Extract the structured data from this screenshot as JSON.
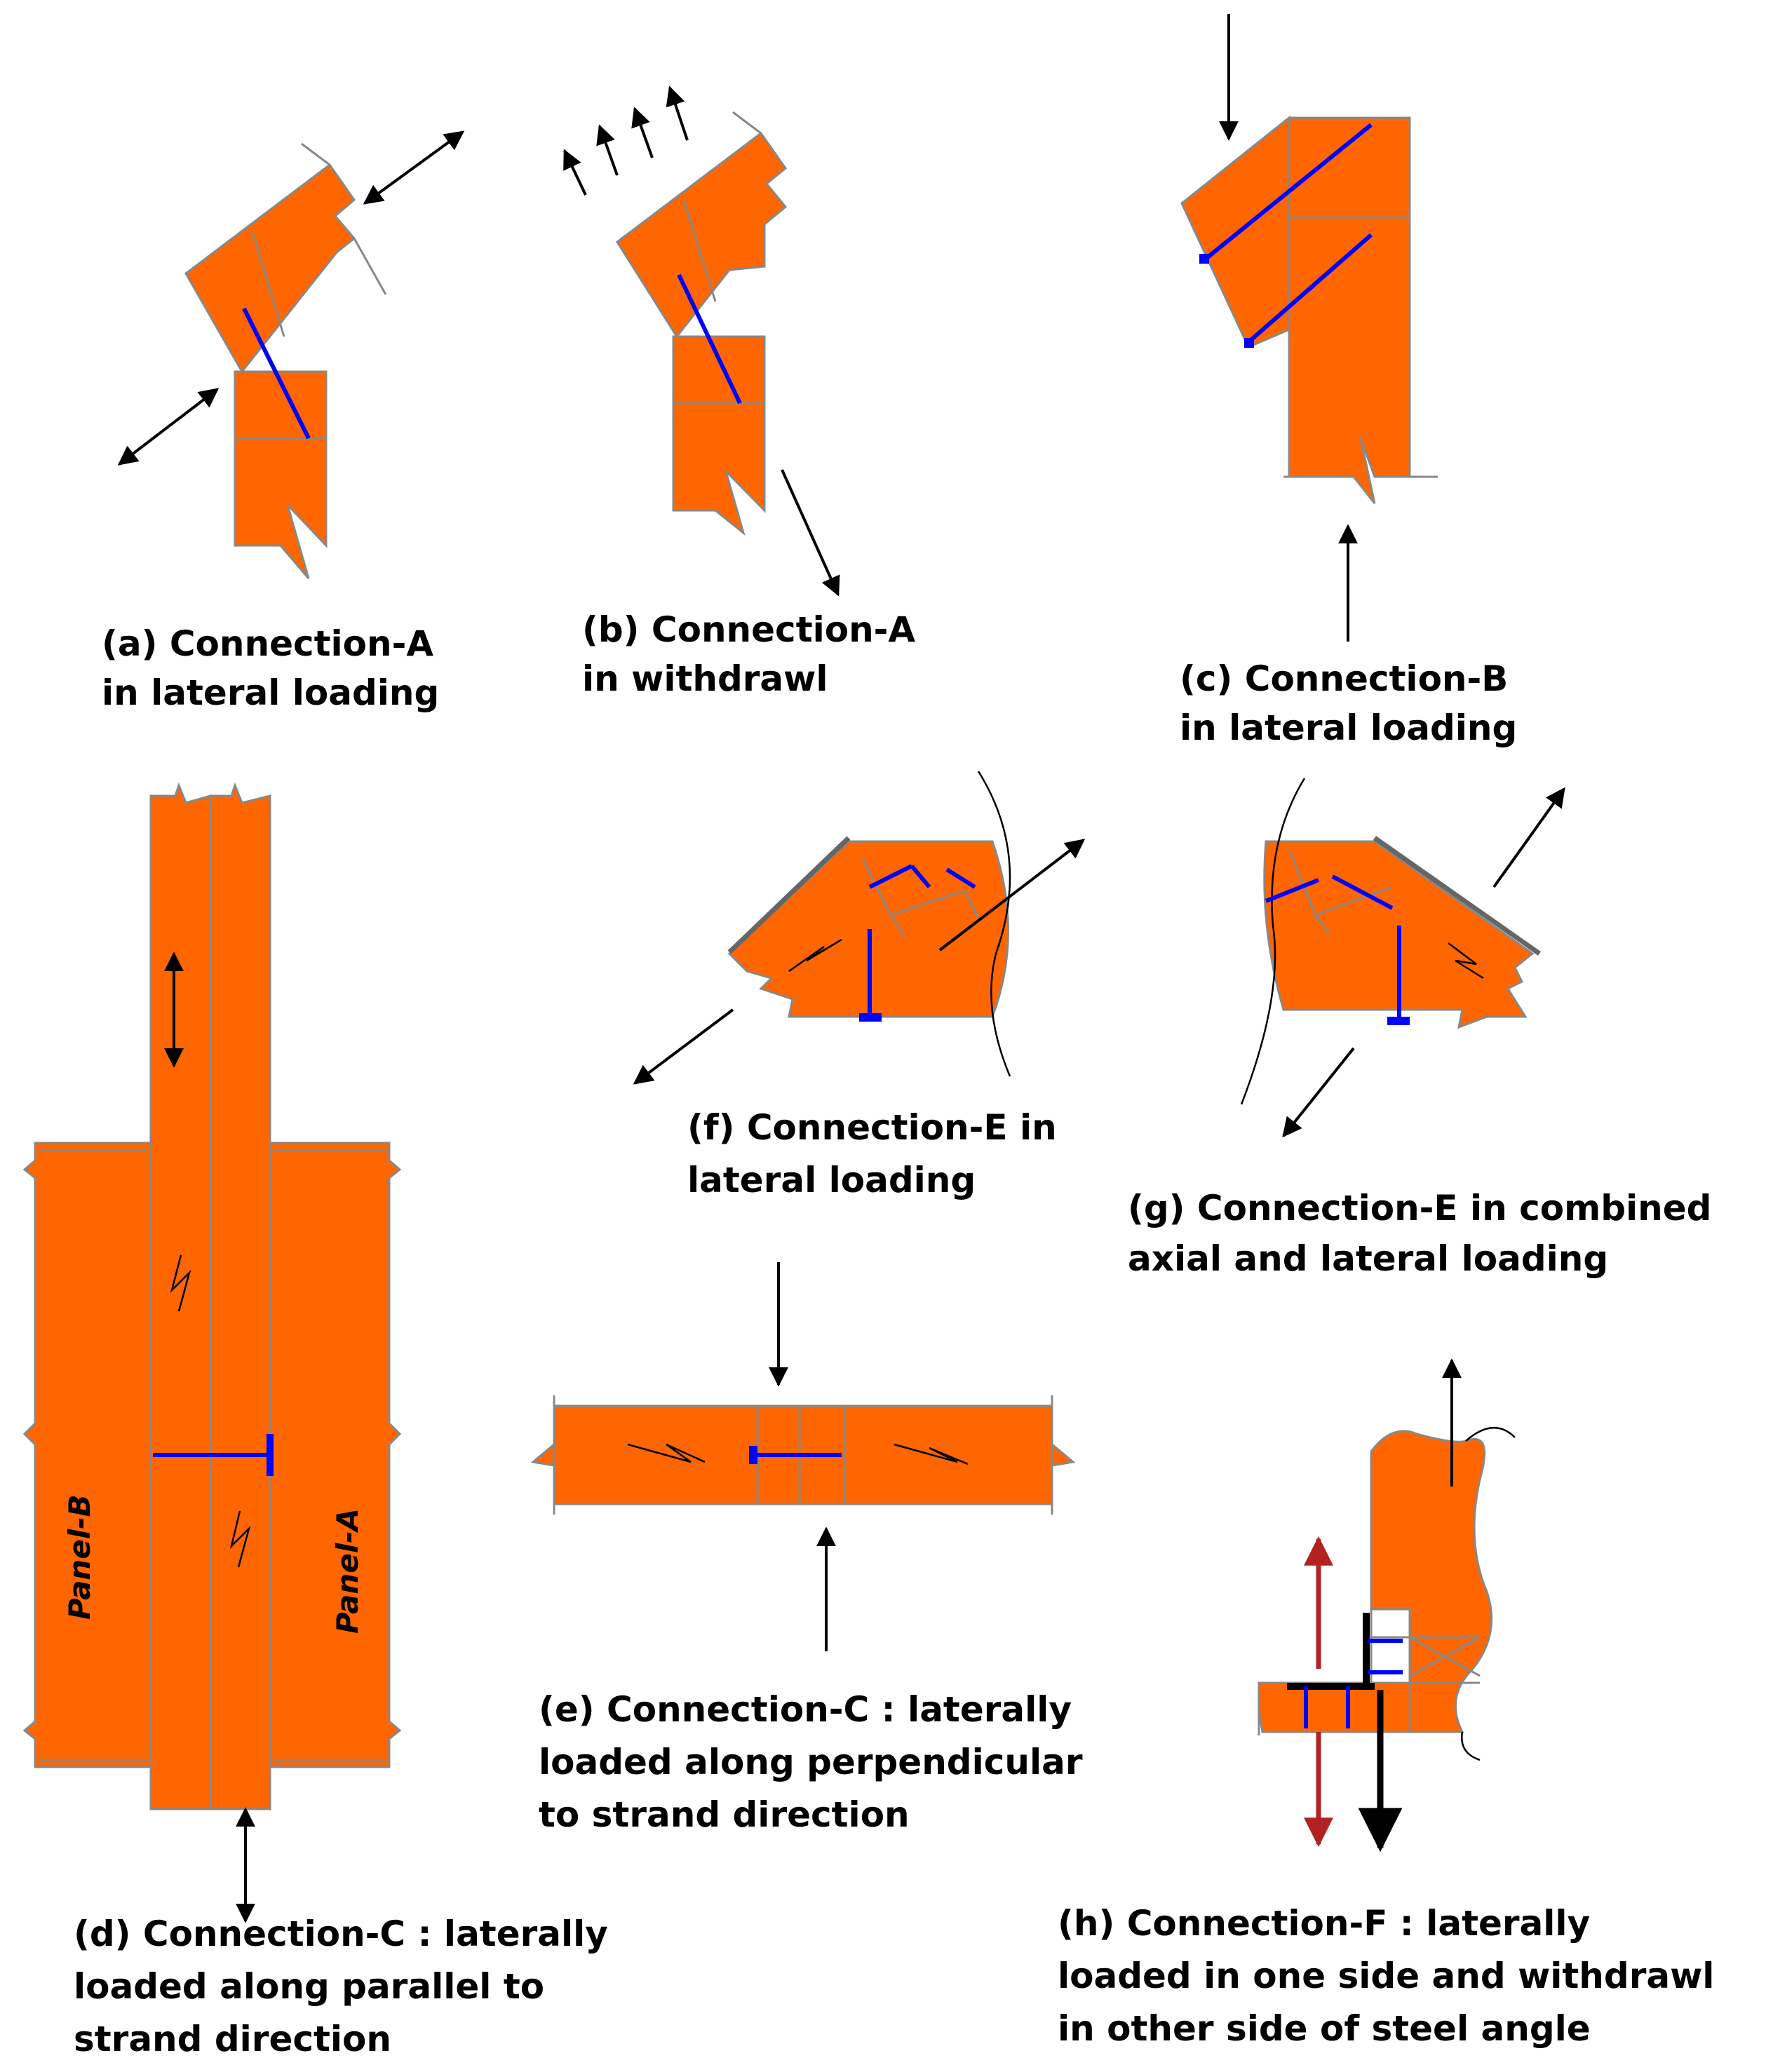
{
  "colors": {
    "timber": "#ff6600",
    "screw": "#0000ff",
    "outline": "#888888",
    "arrow": "#000000",
    "red_arrow": "#b22222",
    "steel": "#000000"
  },
  "captions": {
    "a": [
      "(a) Connection-A",
      "in lateral loading"
    ],
    "b": [
      "(b) Connection-A",
      "in withdrawl"
    ],
    "c": [
      "(c) Connection-B",
      "in lateral loading"
    ],
    "d": [
      "(d) Connection-C : laterally",
      "loaded along parallel to",
      "strand direction"
    ],
    "e": [
      "(e) Connection-C : laterally",
      "loaded along perpendicular",
      "to strand direction"
    ],
    "f": [
      "(f) Connection-E in",
      "lateral loading"
    ],
    "g": [
      "(g) Connection-E in combined",
      "axial and lateral loading"
    ],
    "h": [
      "(h) Connection-F : laterally",
      "loaded in one side and withdrawl",
      "in other side of steel angle"
    ]
  },
  "panel_labels": {
    "panel_b": "Panel-B",
    "panel_a": "Panel-A"
  }
}
